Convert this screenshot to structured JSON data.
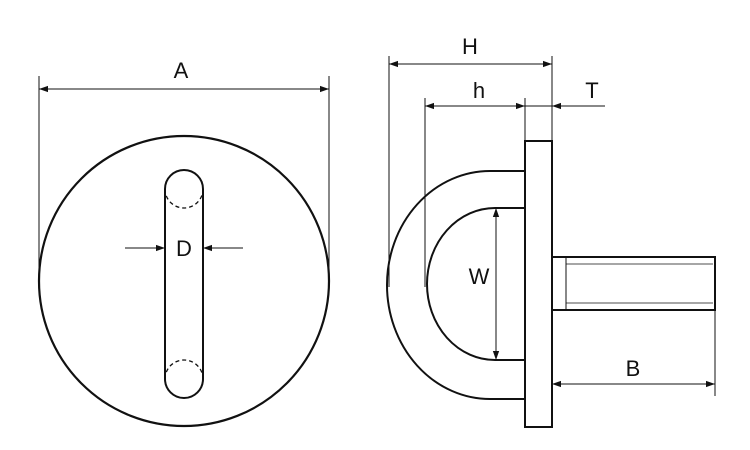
{
  "drawing": {
    "labels": {
      "A": "A",
      "D": "D",
      "H": "H",
      "h": "h",
      "T": "T",
      "W": "W",
      "B": "B"
    },
    "colors": {
      "line": "#111111",
      "background": "#ffffff"
    }
  }
}
